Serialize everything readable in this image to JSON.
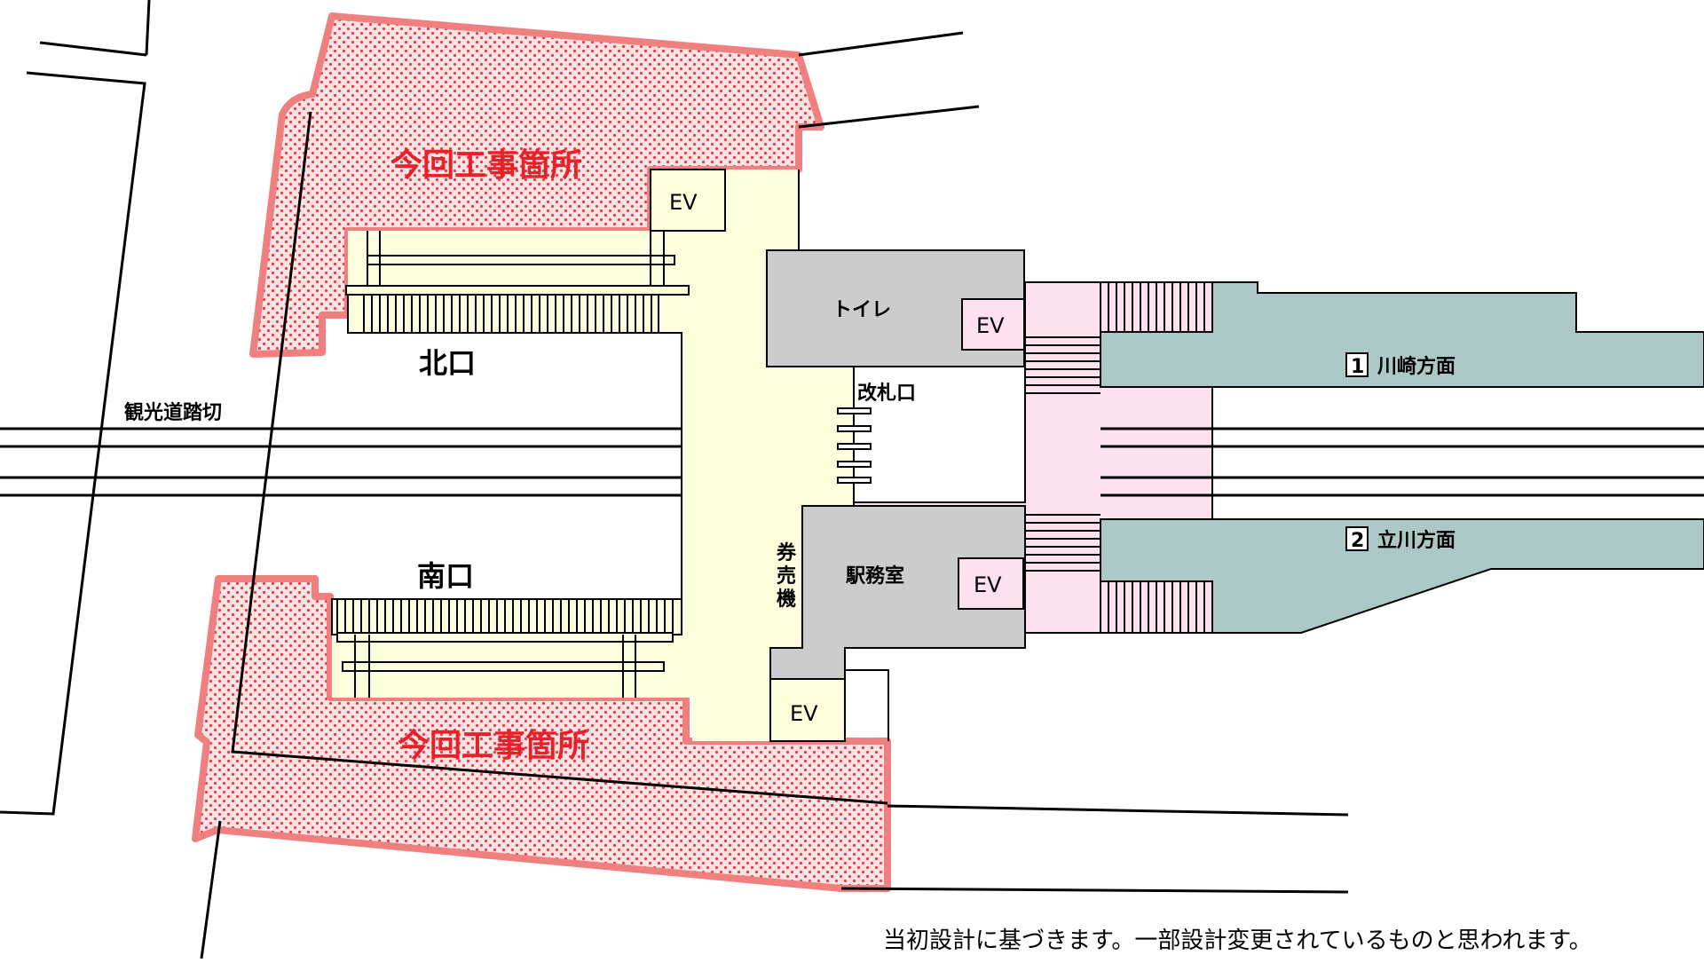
{
  "labels": {
    "construction_north": "今回工事箇所",
    "construction_south": "今回工事箇所",
    "north_exit": "北口",
    "south_exit": "南口",
    "crossing": "観光道踏切",
    "toilet": "トイレ",
    "ticket_gate": "改札口",
    "ticket_machine": [
      "券",
      "売",
      "機"
    ],
    "station_office": "駅務室",
    "ev": "EV",
    "platform1_number": "1",
    "platform1_direction": "川崎方面",
    "platform2_number": "2",
    "platform2_direction": "立川方面",
    "footnote": "当初設計に基づきます。一部設計変更されているものと思われます。"
  },
  "colors": {
    "construction_fill": "#fde3e3",
    "construction_border": "#f08080",
    "construction_dots": "#e8404a",
    "concourse": "#fefedd",
    "paid_area": "#fde1ee",
    "room": "#cccccc",
    "platform": "#abc7c6",
    "label_red": "#e8202a"
  }
}
